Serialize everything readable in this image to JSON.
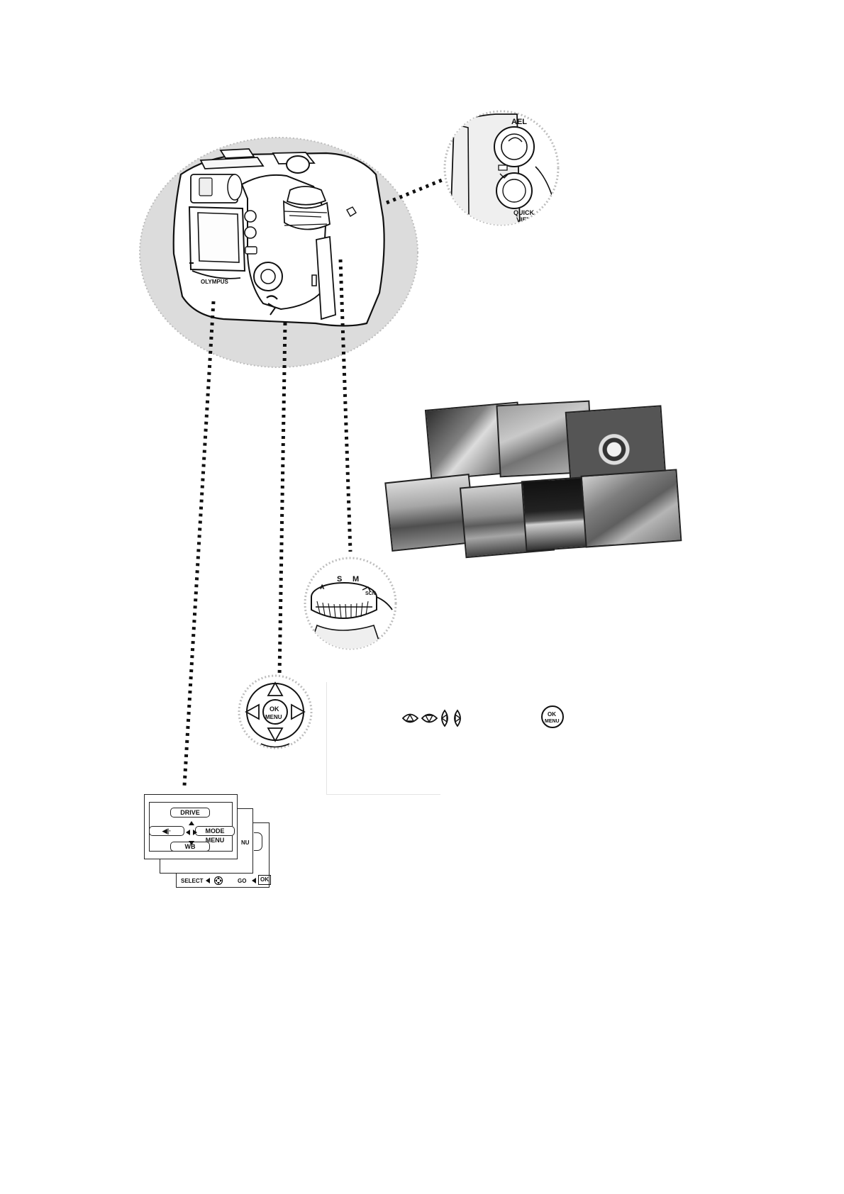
{
  "callouts": {
    "ael_label": "AEL",
    "quick_view_label_1": "QUICK",
    "quick_view_label_2": "VIEW",
    "ok_label": "OK",
    "menu_label": "MENU"
  },
  "menu_panel": {
    "top": "DRIVE",
    "left": "◀|·",
    "right": "MODE MENU",
    "bottom": "WB",
    "side_tab": "NU",
    "select_text": "SELECT",
    "go_text": "GO",
    "ok_text": "OK"
  },
  "colors": {
    "halo": "#dcdcdc",
    "ink": "#111111",
    "photo_dark": "#3d3d3d",
    "photo_mid": "#7f7f7f",
    "photo_light": "#c8c8c8"
  }
}
